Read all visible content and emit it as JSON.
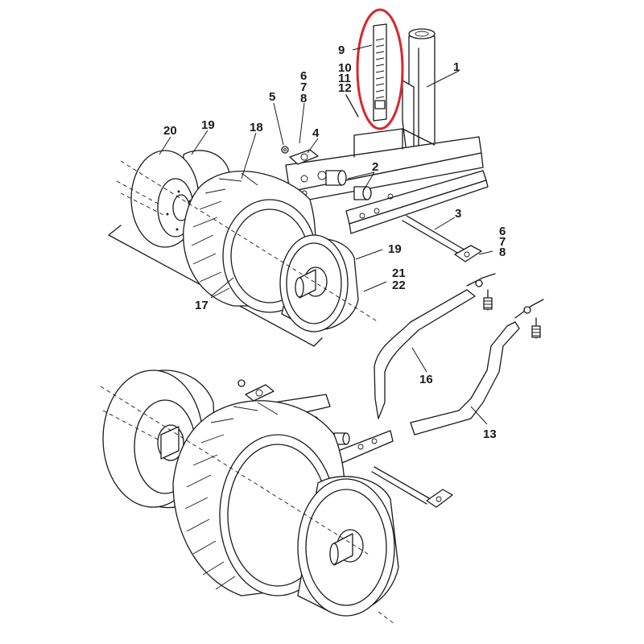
{
  "diagram": {
    "callouts": [
      {
        "id": "c1",
        "text": "1"
      },
      {
        "id": "c2",
        "text": "2"
      },
      {
        "id": "c3",
        "text": "3"
      },
      {
        "id": "c4",
        "text": "4"
      },
      {
        "id": "c5",
        "text": "5"
      },
      {
        "id": "c6a",
        "text": "6"
      },
      {
        "id": "c7a",
        "text": "7"
      },
      {
        "id": "c8a",
        "text": "8"
      },
      {
        "id": "c6b",
        "text": "6"
      },
      {
        "id": "c7b",
        "text": "7"
      },
      {
        "id": "c8b",
        "text": "8"
      },
      {
        "id": "c9",
        "text": "9"
      },
      {
        "id": "c10",
        "text": "10"
      },
      {
        "id": "c11",
        "text": "11"
      },
      {
        "id": "c12",
        "text": "12"
      },
      {
        "id": "c13",
        "text": "13"
      },
      {
        "id": "c16",
        "text": "16"
      },
      {
        "id": "c17",
        "text": "17"
      },
      {
        "id": "c18",
        "text": "18"
      },
      {
        "id": "c19a",
        "text": "19"
      },
      {
        "id": "c19b",
        "text": "19"
      },
      {
        "id": "c20",
        "text": "20"
      },
      {
        "id": "c21",
        "text": "21"
      },
      {
        "id": "c22",
        "text": "22"
      }
    ],
    "highlight": {
      "part": "9",
      "color": "#d9262c"
    },
    "line_color": "#1a1a1a"
  }
}
